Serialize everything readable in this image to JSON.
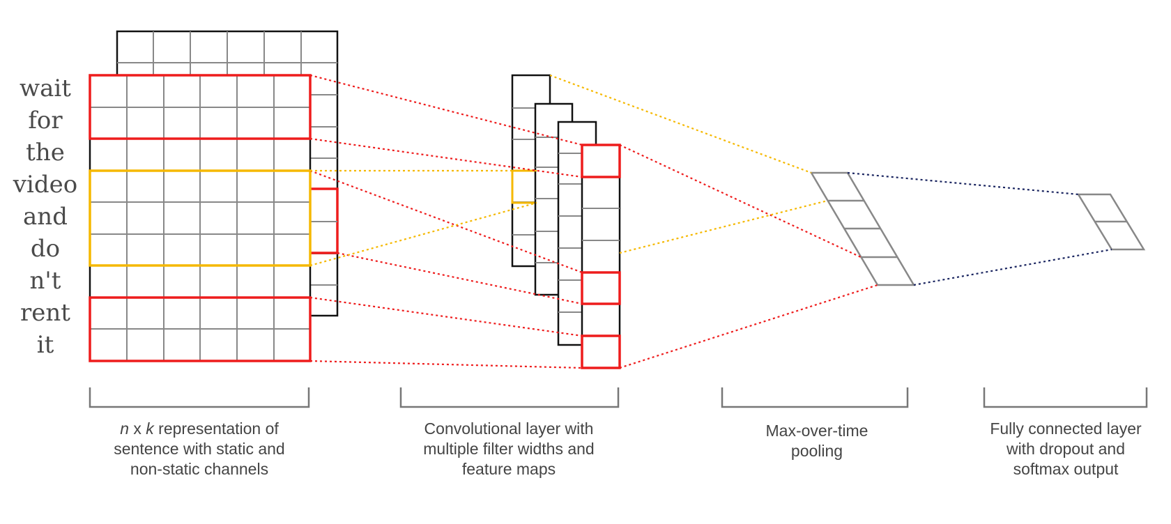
{
  "words": [
    "wait",
    "for",
    "the",
    "video",
    "and",
    "do",
    "n't",
    "rent",
    "it"
  ],
  "captions": [
    {
      "lines": [
        {
          "italic_n": "n",
          "mid": " x ",
          "italic_k": "k",
          "rest": " representation of"
        },
        "sentence with static and",
        "non-static channels"
      ]
    },
    {
      "lines": [
        "Convolutional layer with",
        "multiple filter widths and",
        "feature maps"
      ]
    },
    {
      "lines": [
        "Max-over-time",
        "pooling"
      ]
    },
    {
      "lines": [
        "Fully connected layer",
        "with dropout and",
        "softmax output"
      ]
    }
  ],
  "colors": {
    "red": "#ee1c1c",
    "yellow": "#f5b800",
    "navy": "#1a2560",
    "black": "#111111",
    "gray": "#888888",
    "text": "#444444"
  }
}
